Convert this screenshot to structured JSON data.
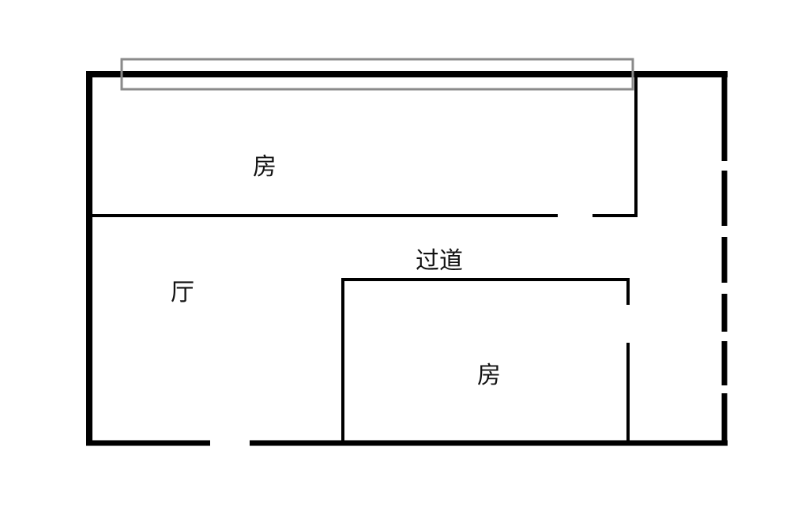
{
  "floor_plan": {
    "rooms": {
      "top_room": "房",
      "hall": "厅",
      "corridor": "过道",
      "bottom_room": "房"
    },
    "colors": {
      "wall": "#000000",
      "highlight_box": "#8a8a8a",
      "background": "#ffffff",
      "text": "#111111"
    }
  }
}
